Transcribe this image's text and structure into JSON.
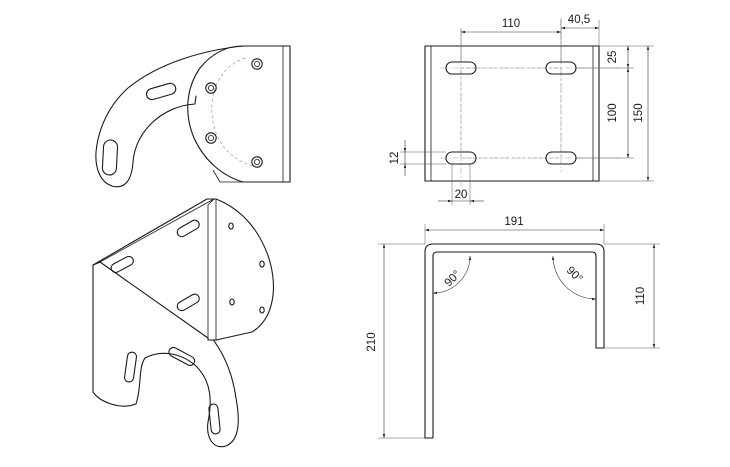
{
  "dimensions": {
    "top_view": {
      "width_110": "110",
      "offset_40_5": "40,5",
      "offset_25": "25",
      "spacing_100": "100",
      "height_150": "150",
      "slot_12": "12",
      "slot_20": "20"
    },
    "front_view": {
      "width_191": "191",
      "height_210": "210",
      "height_110": "110",
      "angle_left": "90°",
      "angle_right": "90°"
    }
  }
}
